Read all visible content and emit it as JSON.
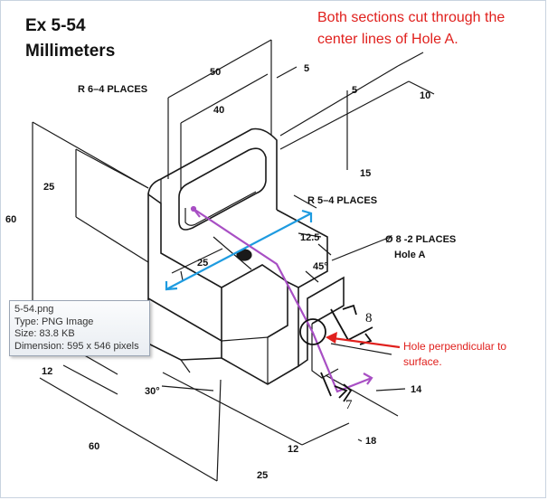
{
  "header": {
    "exercise_title": "Ex 5-54",
    "units_title": "Millimeters"
  },
  "note": {
    "sections_text": "Both sections cut through the center lines of Hole A."
  },
  "tooltip": {
    "filename": "5-54.png",
    "type": "Type: PNG Image",
    "size": "Size: 83.8 KB",
    "dimension": "Dimension: 595 x 546 pixels"
  },
  "drawing": {
    "dims": {
      "d50": "50",
      "d5_top": "5",
      "d40": "40",
      "r6": "R 6–4 PLACES",
      "d5_right": "5",
      "d10": "10",
      "d15": "15",
      "r5": "R 5–4 PLACES",
      "d25_left": "25",
      "d60_left": "60",
      "d12_5": "12.5",
      "hole_dia": "Ø 8 -2 PLACES",
      "hole_a": "Hole A",
      "d25_mid": "25",
      "angle45": "45°",
      "d12_left": "12",
      "angle30": "30°",
      "d14": "14",
      "d60_bottom": "60",
      "d18": "18",
      "d12_bottom": "12",
      "d25_bottom": "25",
      "hand8": "8",
      "hand7": "7"
    },
    "annotation": {
      "perp_line1": "Hole perpendicular to",
      "perp_line2": "surface."
    },
    "colors": {
      "cut_plane_blue": "#1e9be0",
      "cut_plane_purple": "#a84fc4",
      "annotation_red": "#e0201d",
      "line": "#1a1a1a"
    }
  }
}
